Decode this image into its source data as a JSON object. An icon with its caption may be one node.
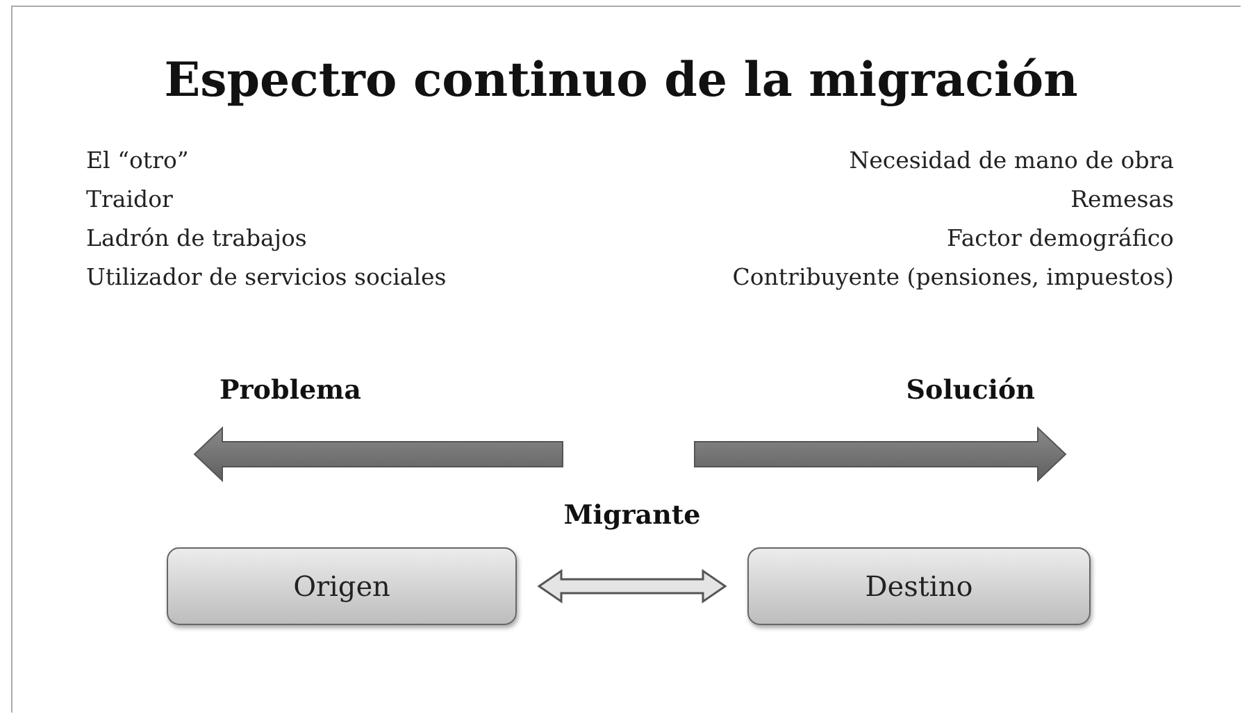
{
  "diagram": {
    "title": "Espectro continuo de la migración",
    "nodes": [
      {
        "text": [
          "Origen"
        ]
      },
      {
        "text": [
          "Destino"
        ]
      }
    ],
    "edges": [
      {
        "from": 0,
        "to": 1,
        "arrow": "both",
        "label": "Migrante"
      }
    ],
    "labels": [
      "El “otro”",
      "Traidor",
      "Ladrón de trabajos",
      "Utilizador de servicios sociales",
      "Necesidad de mano de obra",
      "Remesas",
      "Factor demográfico",
      "Contribuyente (pensiones, impuestos)",
      "Problema",
      "Solución"
    ]
  }
}
